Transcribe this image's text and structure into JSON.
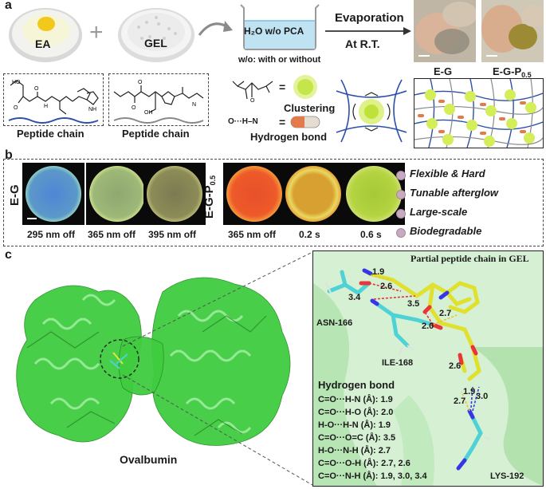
{
  "panel_a": {
    "letter": "a",
    "ea": "EA",
    "gel": "GEL",
    "plus": "+",
    "beaker_text": "H₂O w/o PCA",
    "wo_note": "w/o: with or without",
    "evaporation": "Evaporation",
    "at_rt": "At R.T.",
    "peptide_chain_1": "Peptide chain",
    "peptide_chain_2": "Peptide chain",
    "clustering": "Clustering",
    "hydrogen_bond": "Hydrogen bond",
    "hbond_formula": "O···H–N",
    "eq": "=",
    "photo_eg": "E-G",
    "photo_egp_main": "E-G-P",
    "photo_egp_sub": "0.5"
  },
  "panel_b": {
    "letter": "b",
    "row_label_eg": "E-G",
    "row_label_egp_main": "E-G-P",
    "row_label_egp_sub": "0.5",
    "captions": [
      "295 nm off",
      "365  nm off",
      "395 nm off",
      "365 nm off",
      "0.2 s",
      "0.6 s"
    ],
    "features": [
      "Flexible & Hard",
      "Tunable afterglow",
      "Large-scale",
      "Biodegradable"
    ]
  },
  "panel_c": {
    "letter": "c",
    "protein": "Ovalbumin",
    "zoom_title": "Partial peptide chain  in GEL",
    "residues": [
      "ASN-166",
      "ILE-168",
      "LYS-192"
    ],
    "distances": [
      "1.9",
      "2.6",
      "3.4",
      "3.5",
      "2.7",
      "2.0",
      "2.6",
      "1.9",
      "3.0",
      "2.7"
    ],
    "hbond_title": "Hydrogen bond",
    "hbond_list": [
      "C=O···H-N (Å): 1.9",
      "C=O···H-O (Å): 2.0",
      "H-O···H-N (Å): 1.9",
      "C=O···O=C (Å): 3.5",
      "H-O···N-H (Å): 2.7",
      "C=O···O-H (Å): 2.7, 2.6",
      "C=O···N-H (Å): 1.9, 3.0, 3.4"
    ]
  },
  "colors": {
    "protein_green": "#3dcc3d",
    "stick_yellow": "#e5e53a",
    "stick_cyan": "#4fd2d6",
    "bond_dash": "#e8343a",
    "feature_dot": "#c9a9bf"
  }
}
